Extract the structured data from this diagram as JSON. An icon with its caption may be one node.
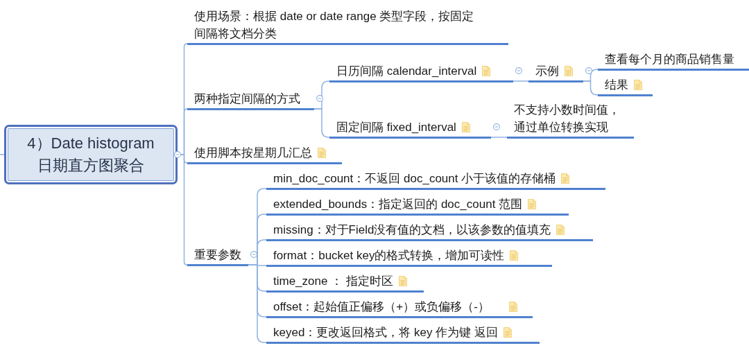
{
  "diagram": {
    "nodes": [
      {
        "text": [
          "4）Date histogram 日期直方图聚合"
        ]
      },
      {
        "text": [
          "使用场景：根据 date or date range 类型字段，按固定间隔将文档分类"
        ]
      },
      {
        "text": [
          "两种指定间隔的方式"
        ]
      },
      {
        "text": [
          "日历间隔 calendar_interval"
        ]
      },
      {
        "text": [
          "示例"
        ]
      },
      {
        "text": [
          "查看每个月的商品销售量"
        ]
      },
      {
        "text": [
          "结果"
        ]
      },
      {
        "text": [
          "固定间隔 fixed_interval"
        ]
      },
      {
        "text": [
          "不支持小数时间值，通过单位转换实现"
        ]
      },
      {
        "text": [
          "使用脚本按星期几汇总"
        ]
      },
      {
        "text": [
          "重要参数"
        ]
      },
      {
        "text": [
          "min_doc_count：不返回 doc_count 小于该值的存储桶"
        ]
      },
      {
        "text": [
          "extended_bounds：指定返回的 doc_count 范围"
        ]
      },
      {
        "text": [
          "missing：对于Field没有值的文档，以该参数的值填充"
        ]
      },
      {
        "text": [
          "format：bucket key的格式转换，增加可读性"
        ]
      },
      {
        "text": [
          "time_zone ： 指定时区"
        ]
      },
      {
        "text": [
          "offset：起始值正偏移（+）或负偏移（-）"
        ]
      },
      {
        "text": [
          "keyed：更改返回格式，将 key 作为键 返回"
        ]
      }
    ],
    "edges": [
      {
        "from": null,
        "to": 0,
        "arrow": "none"
      },
      {
        "from": 0,
        "to": 1,
        "arrow": "none"
      },
      {
        "from": 0,
        "to": 2,
        "arrow": "none"
      },
      {
        "from": 0,
        "to": 9,
        "arrow": "none"
      },
      {
        "from": 0,
        "to": 10,
        "arrow": "none"
      },
      {
        "from": 2,
        "to": 3,
        "arrow": "none"
      },
      {
        "from": 3,
        "to": 4,
        "arrow": "none"
      },
      {
        "from": 4,
        "to": 5,
        "arrow": "none"
      },
      {
        "from": 4,
        "to": 6,
        "arrow": "none"
      },
      {
        "from": 2,
        "to": 7,
        "arrow": "none"
      },
      {
        "from": 7,
        "to": 8,
        "arrow": "none"
      },
      {
        "from": 10,
        "to": 11,
        "arrow": "none"
      },
      {
        "from": 10,
        "to": 12,
        "arrow": "none"
      },
      {
        "from": 10,
        "to": 13,
        "arrow": "none"
      },
      {
        "from": 10,
        "to": 14,
        "arrow": "none"
      },
      {
        "from": 10,
        "to": 15,
        "arrow": "none"
      },
      {
        "from": 10,
        "to": 16,
        "arrow": "none"
      },
      {
        "from": 10,
        "to": 17,
        "arrow": "none"
      }
    ]
  }
}
